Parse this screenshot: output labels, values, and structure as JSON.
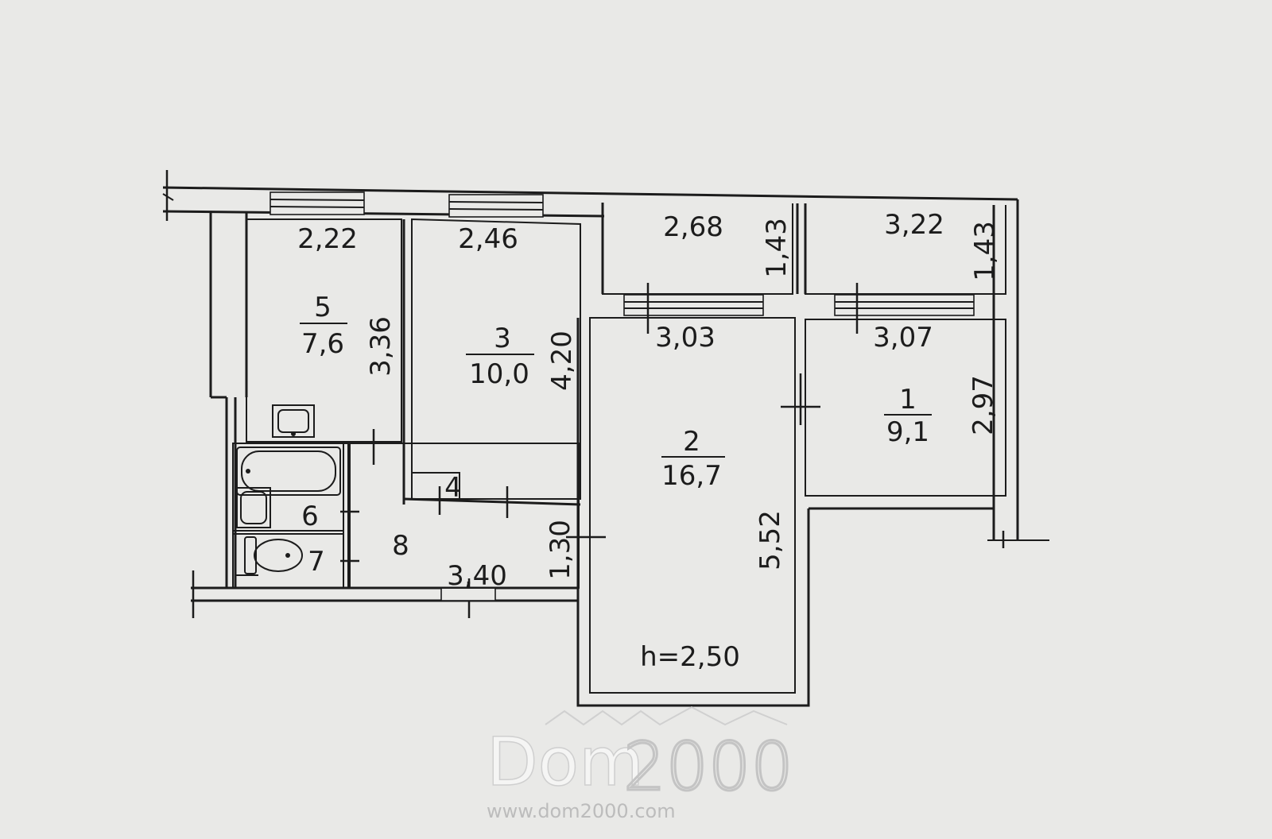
{
  "plan": {
    "rooms": [
      {
        "number": "5",
        "area": "7,6"
      },
      {
        "number": "3",
        "area": "10,0"
      },
      {
        "number": "2",
        "area": "16,7"
      },
      {
        "number": "1",
        "area": "9,1"
      },
      {
        "number": "4"
      },
      {
        "number": "6"
      },
      {
        "number": "7"
      },
      {
        "number": "8"
      }
    ],
    "dimensions": {
      "room5_width": "2,22",
      "room5_length": "3,36",
      "room3_width": "2,46",
      "room3_length": "4,20",
      "balcony_left_width": "2,68",
      "balcony_left_depth": "1,43",
      "balcony_right_width": "3,22",
      "balcony_right_depth": "1,43",
      "room2_width": "3,03",
      "room2_length": "5,52",
      "room1_width": "3,07",
      "room1_length": "2,97",
      "hall_length": "3,40",
      "hall_width": "1,30"
    },
    "ceiling_height": "h=2,50"
  },
  "watermark": {
    "brand_word": "Dom",
    "brand_number": "2000",
    "url": "www.dom2000.com"
  }
}
